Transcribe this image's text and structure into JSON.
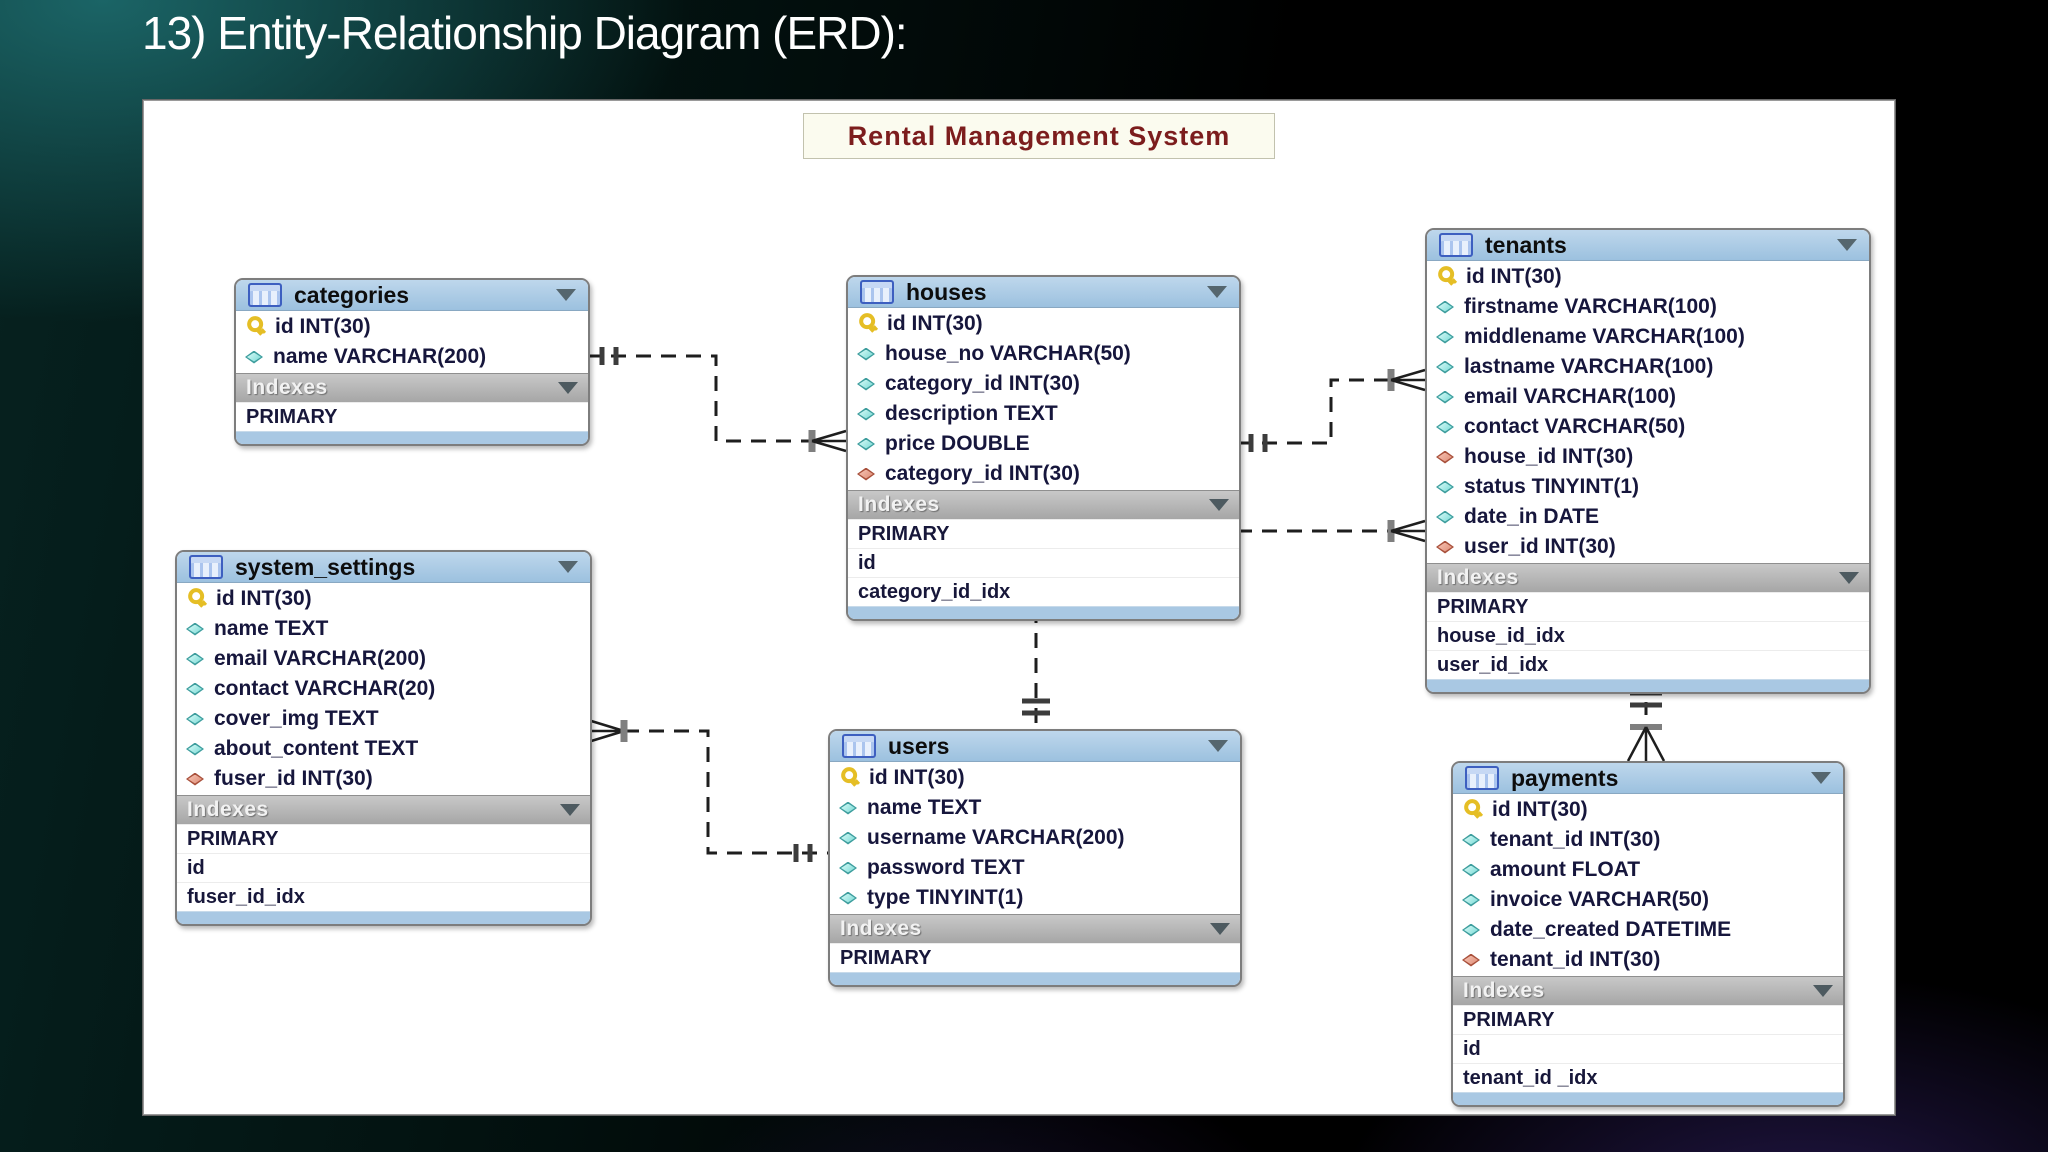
{
  "slide": {
    "title": "13) Entity-Relationship Diagram (ERD):"
  },
  "diagram": {
    "label": "Rental Management System",
    "labels": {
      "indexes": "Indexes"
    },
    "entities": [
      {
        "id": "categories",
        "title": "categories",
        "columns": [
          {
            "icon": "primary-key-icon",
            "label": "id INT(30)"
          },
          {
            "icon": "column-icon",
            "label": "name VARCHAR(200)"
          }
        ],
        "indexes": [
          "PRIMARY"
        ]
      },
      {
        "id": "houses",
        "title": "houses",
        "columns": [
          {
            "icon": "primary-key-icon",
            "label": "id INT(30)"
          },
          {
            "icon": "column-icon",
            "label": "house_no VARCHAR(50)"
          },
          {
            "icon": "column-icon",
            "label": "category_id INT(30)"
          },
          {
            "icon": "column-icon",
            "label": "description TEXT"
          },
          {
            "icon": "column-icon",
            "label": "price DOUBLE"
          },
          {
            "icon": "foreign-key-icon",
            "label": "category_id INT(30)"
          }
        ],
        "indexes": [
          "PRIMARY",
          "id",
          "category_id_idx"
        ]
      },
      {
        "id": "tenants",
        "title": "tenants",
        "columns": [
          {
            "icon": "primary-key-icon",
            "label": "id INT(30)"
          },
          {
            "icon": "column-icon",
            "label": "firstname VARCHAR(100)"
          },
          {
            "icon": "column-icon",
            "label": "middlename VARCHAR(100)"
          },
          {
            "icon": "column-icon",
            "label": "lastname VARCHAR(100)"
          },
          {
            "icon": "column-icon",
            "label": "email VARCHAR(100)"
          },
          {
            "icon": "column-icon",
            "label": "contact VARCHAR(50)"
          },
          {
            "icon": "foreign-key-icon",
            "label": "house_id INT(30)"
          },
          {
            "icon": "column-icon",
            "label": "status TINYINT(1)"
          },
          {
            "icon": "column-icon",
            "label": "date_in DATE"
          },
          {
            "icon": "foreign-key-icon",
            "label": "user_id INT(30)"
          }
        ],
        "indexes": [
          "PRIMARY",
          "house_id_idx",
          "user_id_idx"
        ]
      },
      {
        "id": "system_settings",
        "title": "system_settings",
        "columns": [
          {
            "icon": "primary-key-icon",
            "label": "id INT(30)"
          },
          {
            "icon": "column-icon",
            "label": "name TEXT"
          },
          {
            "icon": "column-icon",
            "label": "email VARCHAR(200)"
          },
          {
            "icon": "column-icon",
            "label": "contact VARCHAR(20)"
          },
          {
            "icon": "column-icon",
            "label": "cover_img TEXT"
          },
          {
            "icon": "column-icon",
            "label": "about_content TEXT"
          },
          {
            "icon": "foreign-key-icon",
            "label": "fuser_id INT(30)"
          }
        ],
        "indexes": [
          "PRIMARY",
          "id",
          "fuser_id_idx"
        ]
      },
      {
        "id": "users",
        "title": "users",
        "columns": [
          {
            "icon": "primary-key-icon",
            "label": "id INT(30)"
          },
          {
            "icon": "column-icon",
            "label": "name TEXT"
          },
          {
            "icon": "column-icon",
            "label": "username VARCHAR(200)"
          },
          {
            "icon": "column-icon",
            "label": "password TEXT"
          },
          {
            "icon": "column-icon",
            "label": "type TINYINT(1)"
          }
        ],
        "indexes": [
          "PRIMARY"
        ]
      },
      {
        "id": "payments",
        "title": "payments",
        "columns": [
          {
            "icon": "primary-key-icon",
            "label": "id INT(30)"
          },
          {
            "icon": "column-icon",
            "label": "tenant_id INT(30)"
          },
          {
            "icon": "column-icon",
            "label": "amount FLOAT"
          },
          {
            "icon": "column-icon",
            "label": "invoice VARCHAR(50)"
          },
          {
            "icon": "column-icon",
            "label": "date_created DATETIME"
          },
          {
            "icon": "foreign-key-icon",
            "label": "tenant_id INT(30)"
          }
        ],
        "indexes": [
          "PRIMARY",
          "id",
          "tenant_id _idx"
        ]
      }
    ],
    "relationships": [
      {
        "from": "houses.category_id",
        "to": "categories.id",
        "style": "dashed",
        "from_cardinality": "many",
        "to_cardinality": "one"
      },
      {
        "from": "tenants.house_id",
        "to": "houses.id",
        "style": "dashed",
        "from_cardinality": "many",
        "to_cardinality": "one"
      },
      {
        "from": "tenants.user_id",
        "to": "users.id",
        "style": "dashed",
        "from_cardinality": "many",
        "to_cardinality": "one"
      },
      {
        "from": "payments.tenant_id",
        "to": "tenants.id",
        "style": "dashed",
        "from_cardinality": "many",
        "to_cardinality": "one"
      },
      {
        "from": "system_settings.fuser_id",
        "to": "users.id",
        "style": "dashed",
        "from_cardinality": "many",
        "to_cardinality": "one"
      }
    ],
    "colors": {
      "header_blue": "#a9c8e3",
      "indexes_gray": "#b4b4b4",
      "canvas": "#ffffff",
      "primary_key_gold": "#e5be25",
      "column_teal": "#76d8d3",
      "foreign_key_red": "#dd8a74",
      "diagram_label_red": "#7c1d1d",
      "slide_title_white": "#ffffff"
    }
  }
}
